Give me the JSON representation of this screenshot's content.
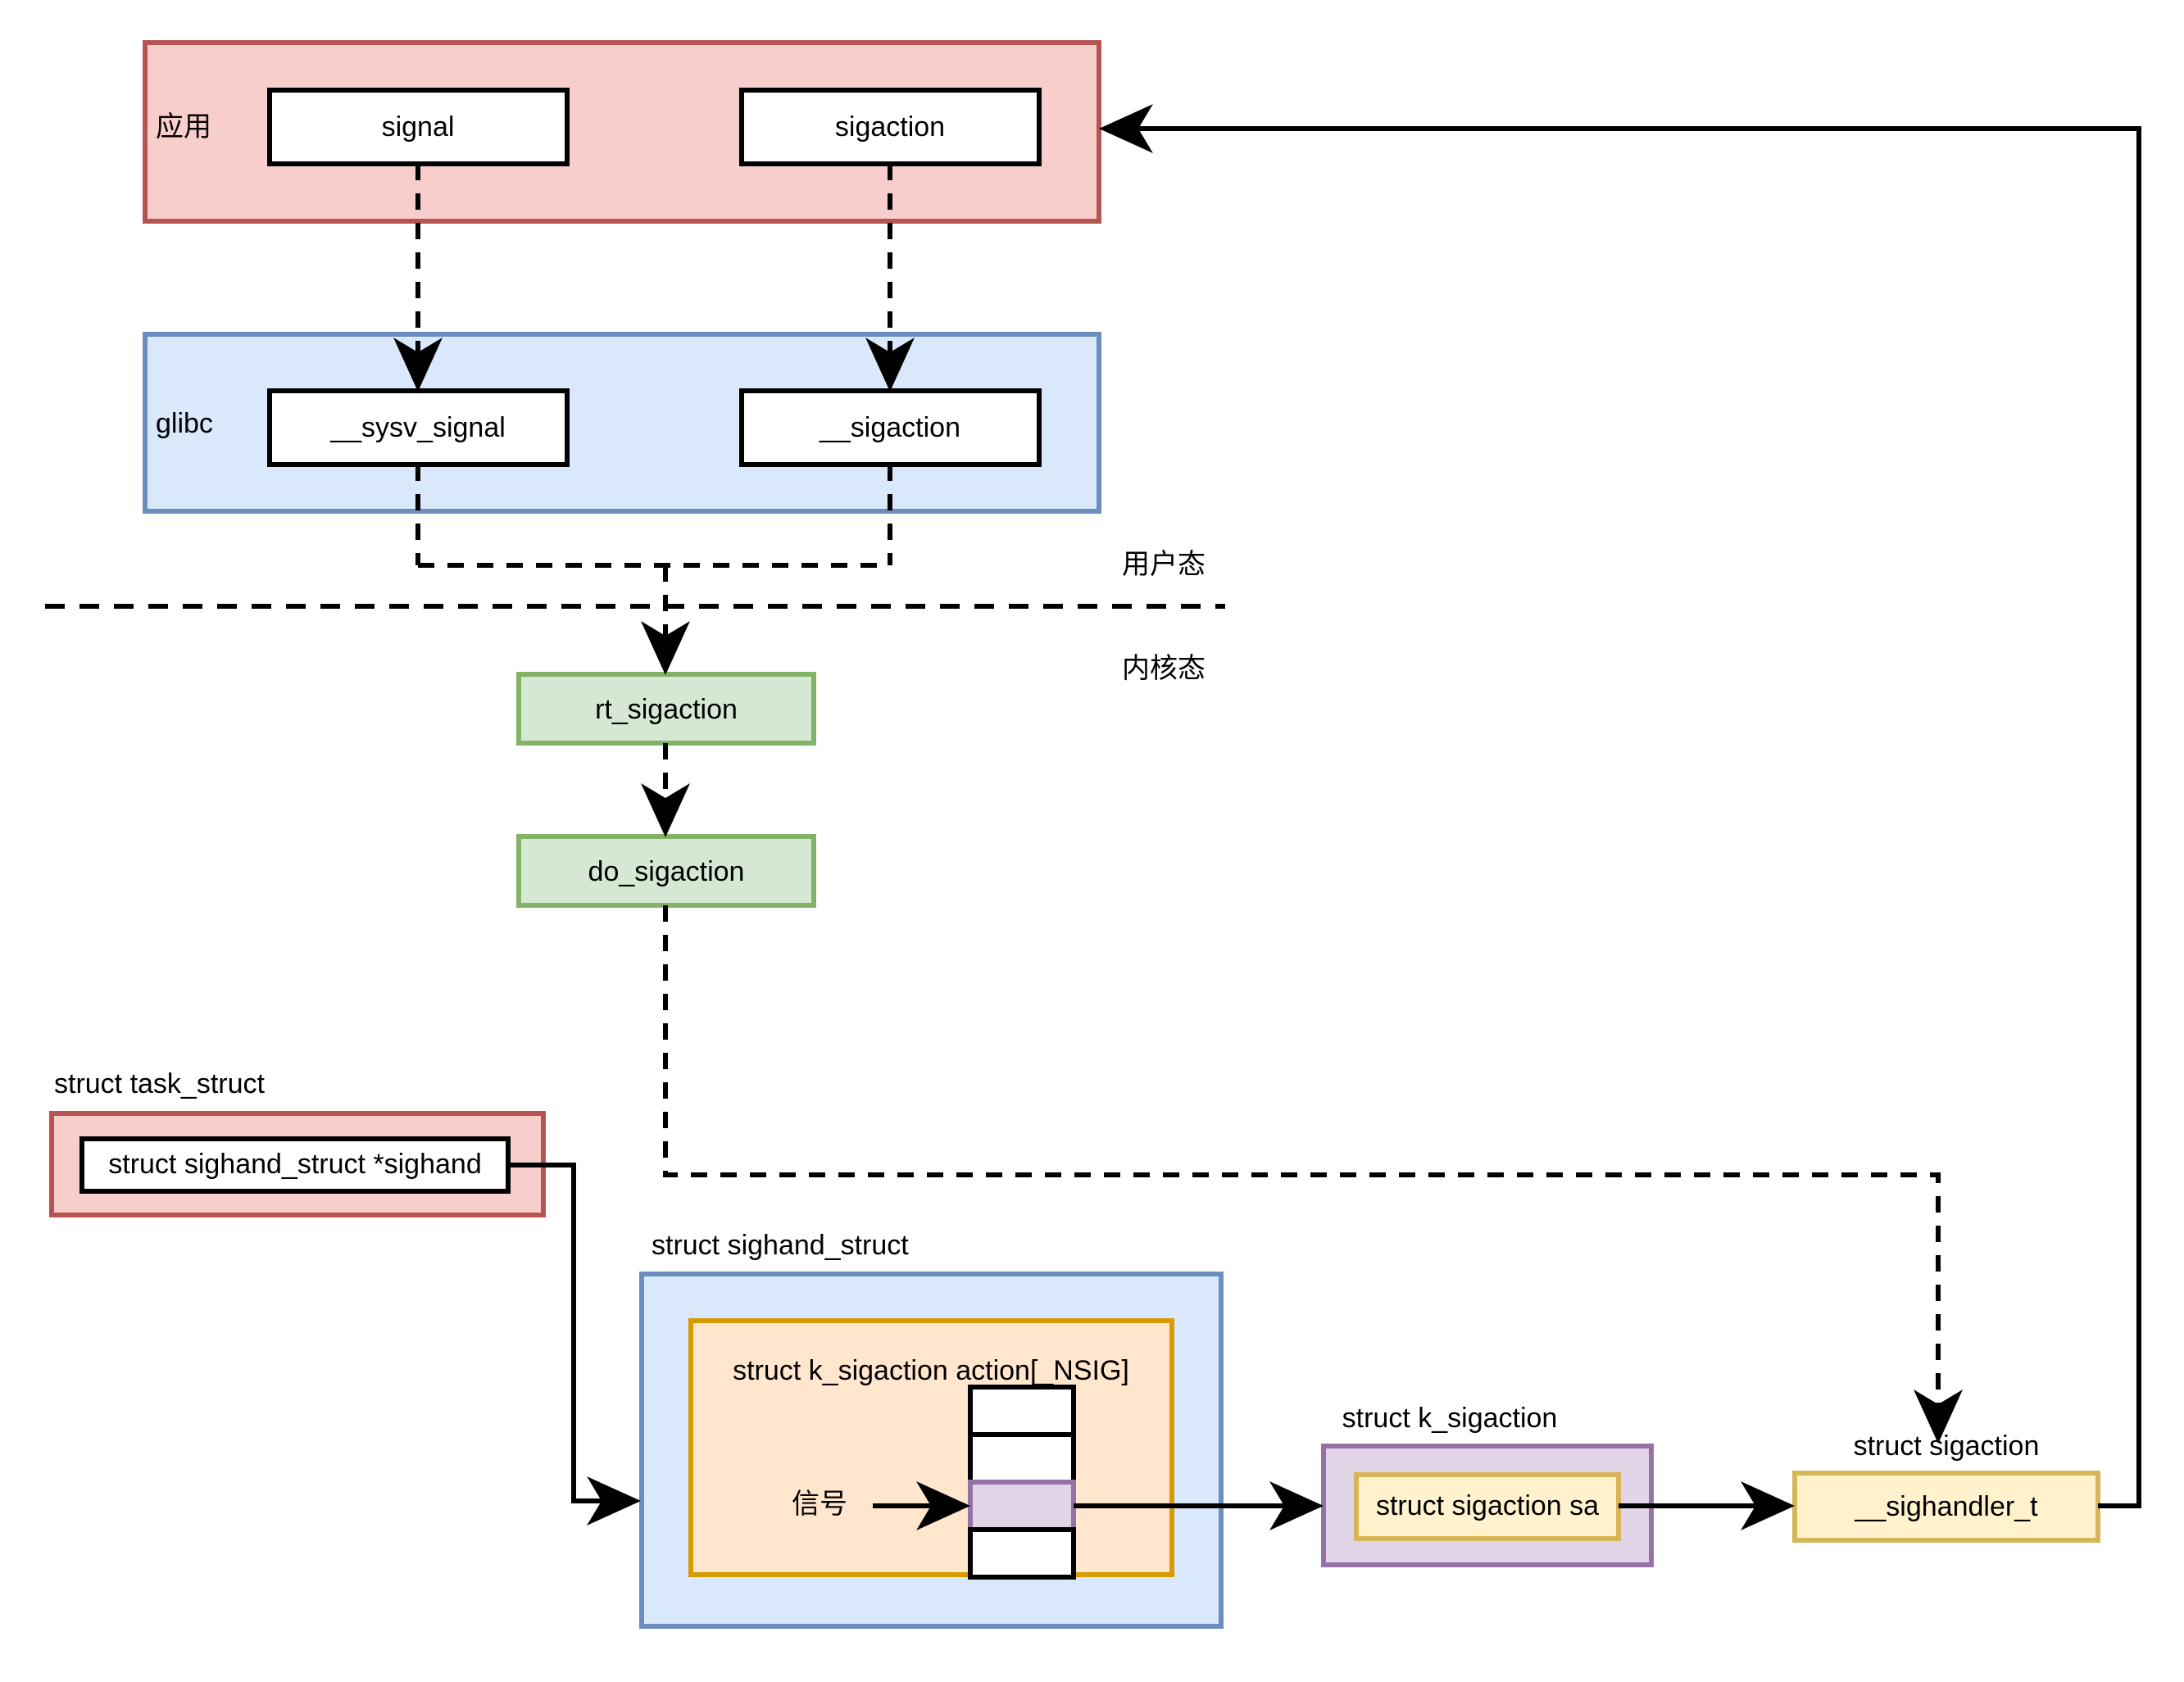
{
  "diagram": {
    "title": "Linux signal registration flow",
    "colors": {
      "app_fill": "#f8cecc",
      "app_stroke": "#b85450",
      "glibc_fill": "#dae8fc",
      "glibc_stroke": "#6c8ebf",
      "kernel_fill": "#d5e8d4",
      "kernel_stroke": "#82b366",
      "action_fill": "#ffe6cc",
      "action_stroke": "#d79b00",
      "ksig_fill": "#e1d5e7",
      "ksig_stroke": "#9673a6",
      "sigaction_fill": "#fff2cc",
      "sigaction_stroke": "#d6b656",
      "plain_fill": "#ffffff",
      "plain_stroke": "#000000",
      "line": "#000000"
    },
    "zones": {
      "app": {
        "label": "应用"
      },
      "glibc": {
        "label": "glibc"
      }
    },
    "modes": {
      "user": "用户态",
      "kernel": "内核态"
    },
    "nodes": {
      "signal": "signal",
      "sigaction": "sigaction",
      "sysv_signal": "__sysv_signal",
      "glibc_sigaction": "__sigaction",
      "rt_sigaction": "rt_sigaction",
      "do_sigaction": "do_sigaction",
      "sighand_field": "struct sighand_struct *sighand",
      "action_array": "struct k_sigaction action[_NSIG]",
      "sa_field": "struct sigaction sa",
      "sighandler": "__sighandler_t"
    },
    "captions": {
      "task_struct": "struct task_struct",
      "sighand_struct": "struct sighand_struct",
      "k_sigaction": "struct k_sigaction",
      "sigaction_struct": "struct sigaction"
    },
    "annotations": {
      "signal_in": "信号"
    },
    "array_cells": [
      {
        "index": 0,
        "highlighted": false
      },
      {
        "index": 1,
        "highlighted": false
      },
      {
        "index": 2,
        "highlighted": true
      },
      {
        "index": 3,
        "highlighted": false
      }
    ]
  }
}
